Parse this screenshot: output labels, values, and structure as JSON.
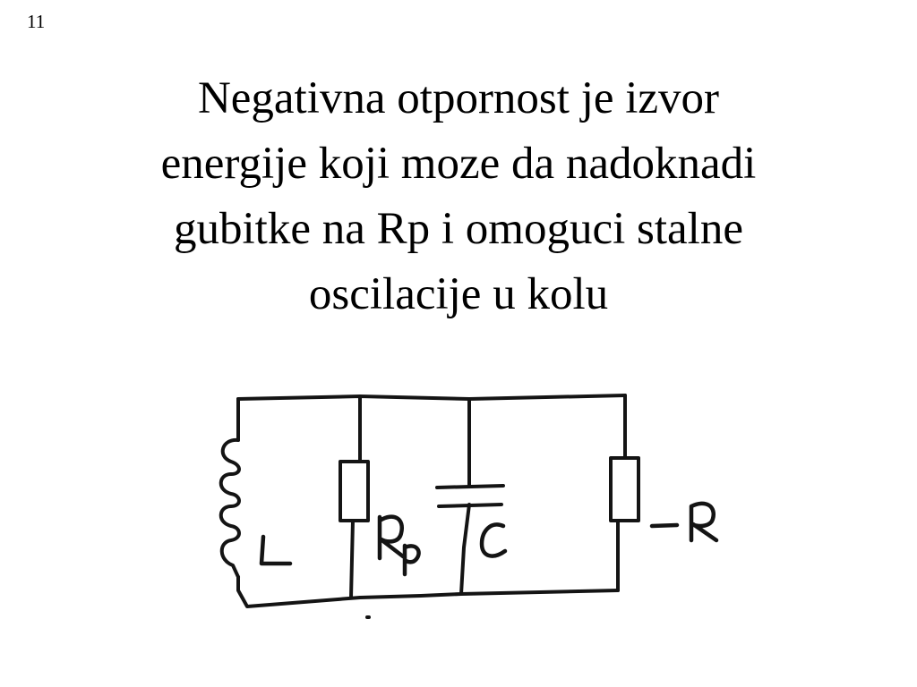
{
  "slide": {
    "number": "11",
    "title_lines": [
      "Negativna otpornost je izvor",
      "energije koji moze da nadoknadi",
      "gubitke na Rp i omoguci stalne",
      "oscilacije u kolu"
    ]
  },
  "circuit": {
    "components": [
      {
        "id": "inductor",
        "label": "L"
      },
      {
        "id": "loss-resistor",
        "label": "Rp"
      },
      {
        "id": "capacitor",
        "label": "C"
      },
      {
        "id": "negative-resistor",
        "label": "-R"
      }
    ],
    "labels_handwritten": true,
    "ink_color": "#141414",
    "background_color": "#ffffff"
  }
}
